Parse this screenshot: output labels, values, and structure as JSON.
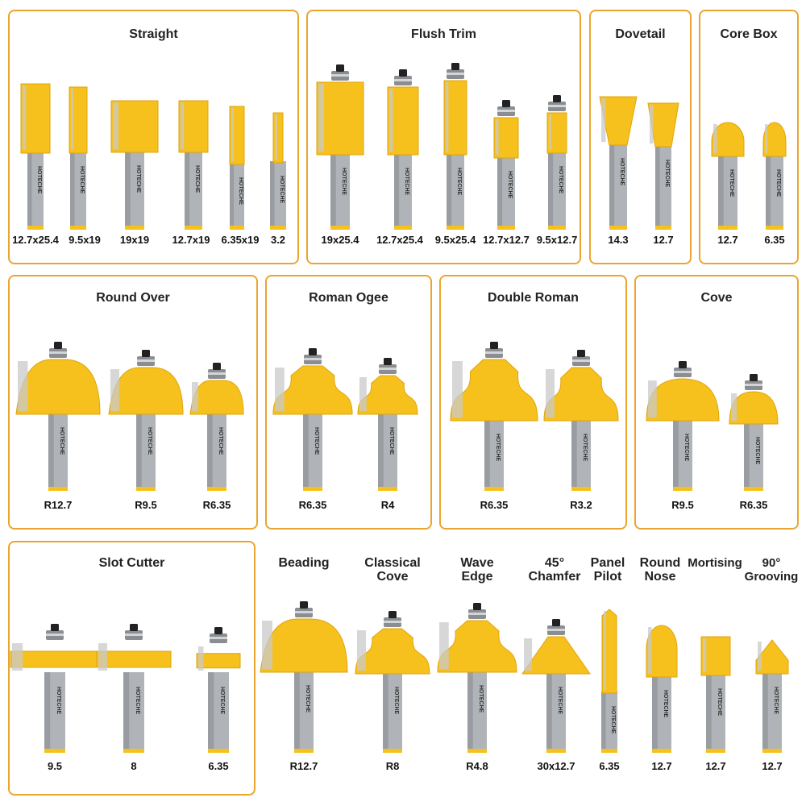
{
  "colors": {
    "border": "#eba52f",
    "yellow": "#f6c11d",
    "yellow_dark": "#e0a40c",
    "steel": "#b0b4b8",
    "steel_dark": "#868b90",
    "bearing": "#8a8e92",
    "nut": "#222222"
  },
  "brand_mark": "HOTECHE",
  "groups": [
    {
      "id": "straight",
      "title": "Straight",
      "labels": [
        "12.7x25.4",
        "9.5x19",
        "19x19",
        "12.7x19",
        "6.35x19",
        "3.2"
      ]
    },
    {
      "id": "flush-trim",
      "title": "Flush Trim",
      "labels": [
        "19x25.4",
        "12.7x25.4",
        "9.5x25.4",
        "12.7x12.7",
        "9.5x12.7"
      ]
    },
    {
      "id": "dovetail",
      "title": "Dovetail",
      "labels": [
        "14.3",
        "12.7"
      ]
    },
    {
      "id": "core-box",
      "title": "Core Box",
      "labels": [
        "12.7",
        "6.35"
      ]
    },
    {
      "id": "round-over",
      "title": "Round Over",
      "labels": [
        "R12.7",
        "R9.5",
        "R6.35"
      ]
    },
    {
      "id": "roman-ogee",
      "title": "Roman Ogee",
      "labels": [
        "R6.35",
        "R4"
      ]
    },
    {
      "id": "double-roman",
      "title": "Double Roman",
      "labels": [
        "R6.35",
        "R3.2"
      ]
    },
    {
      "id": "cove",
      "title": "Cove",
      "labels": [
        "R9.5",
        "R6.35"
      ]
    },
    {
      "id": "slot-cutter",
      "title": "Slot Cutter",
      "labels": [
        "9.5",
        "8",
        "6.35"
      ]
    },
    {
      "id": "beading",
      "title": "Beading",
      "labels": [
        "R12.7"
      ]
    },
    {
      "id": "classical-cove",
      "title": "Classical Cove",
      "labels": [
        "R8"
      ]
    },
    {
      "id": "wave-edge",
      "title": "Wave Edge",
      "labels": [
        "R4.8"
      ]
    },
    {
      "id": "chamfer",
      "title": "45° Chamfer",
      "labels": [
        "30x12.7"
      ]
    },
    {
      "id": "panel-pilot",
      "title": "Panel Pilot",
      "labels": [
        "6.35"
      ]
    },
    {
      "id": "round-nose",
      "title": "Round Nose",
      "labels": [
        "12.7"
      ]
    },
    {
      "id": "mortising",
      "title": "Mortising",
      "labels": [
        "12.7"
      ]
    },
    {
      "id": "grooving",
      "title": "90° Grooving",
      "labels": [
        "12.7"
      ]
    }
  ]
}
